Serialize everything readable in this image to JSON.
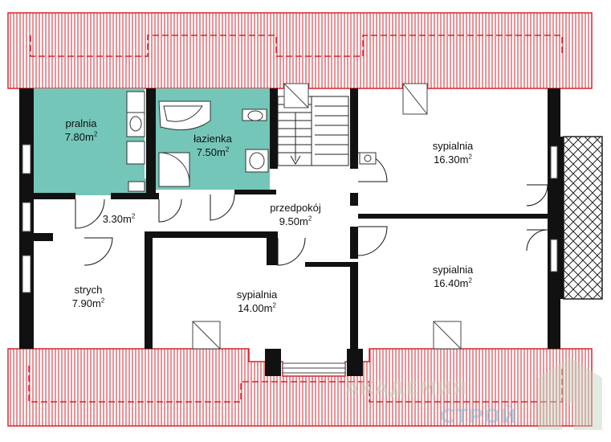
{
  "rooms": [
    {
      "id": "pralnia",
      "name": "pralnia",
      "area": "7.80m",
      "unit_sup": "2"
    },
    {
      "id": "lazienka",
      "name": "łazienka",
      "area": "7.50m",
      "unit_sup": "2"
    },
    {
      "id": "sypialnia-1",
      "name": "sypialnia",
      "area": "16.30m",
      "unit_sup": "2"
    },
    {
      "id": "hall",
      "name": "",
      "area": "3.30m",
      "unit_sup": "2"
    },
    {
      "id": "przedpokoj",
      "name": "przedpokój",
      "area": "9.50m",
      "unit_sup": "2"
    },
    {
      "id": "sypialnia-2",
      "name": "sypialnia",
      "area": "16.40m",
      "unit_sup": "2"
    },
    {
      "id": "strych",
      "name": "strych",
      "area": "7.90m",
      "unit_sup": "2"
    },
    {
      "id": "sypialnia-3",
      "name": "sypialnia",
      "area": "14.00m",
      "unit_sup": "2"
    }
  ],
  "watermark": {
    "line1": "АКАДЕМИЯ",
    "line2": "СТРОЙ"
  },
  "colors": {
    "roof_hatch": "#d9232e",
    "wet_room": "#74c6b8",
    "wall": "#111111",
    "glass": "#b9d4e8"
  }
}
